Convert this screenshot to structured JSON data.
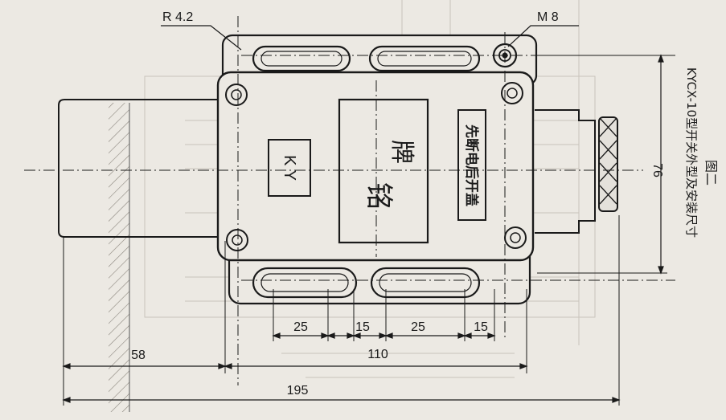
{
  "labels": {
    "radius": "R 4.2",
    "bolt": "M 8",
    "model_box": "K Y",
    "nameplate_char1": "铭",
    "nameplate_char2": "牌",
    "warning": "先断电后开盖",
    "caption": "KYCX-10型开关外型及安装尺寸",
    "figure_no": "图二"
  },
  "dimensions": {
    "d25a": "25",
    "d15a": "15",
    "d25b": "25",
    "d15b": "15",
    "d110": "110",
    "d58": "58",
    "d195": "195",
    "d76": "76"
  },
  "colors": {
    "paper": "#ece9e3",
    "ink": "#1a1a1a",
    "ghost": "#bdb8b0"
  }
}
